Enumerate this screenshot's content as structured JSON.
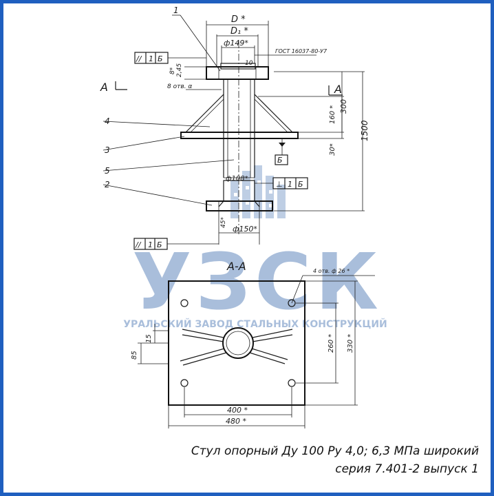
{
  "watermark": {
    "logo": "УЗСК",
    "subtitle": "УРАЛЬСКИЙ ЗАВОД СТАЛЬНЫХ КОНСТРУКЦИЙ"
  },
  "caption": {
    "line1": "Стул опорный Ду 100 Ру 4,0; 6,3 МПа широкий",
    "line2": "серия 7.401-2 выпуск 1"
  },
  "drawing": {
    "positions": [
      "1",
      "4",
      "3",
      "5",
      "2"
    ],
    "section_mark": "А",
    "section_title": "А-А",
    "tolerance_frame": [
      "//",
      "1",
      "Б"
    ],
    "tolerance_perp": [
      "⊥",
      "1",
      "Б"
    ],
    "datum": "Б",
    "dims": {
      "D": "D *",
      "D1": "D₁ *",
      "d149": "ф149*",
      "gost": "ГОСТ 16037-80-У7",
      "d10": "10",
      "d245": "2,45",
      "d8": "8*",
      "holes_top": "8 отв. α",
      "d300": "300",
      "d1500": "1500",
      "d160": "160 *",
      "d30": "30*",
      "d108": "ф108*",
      "d45": "45*",
      "d150": "ф150*",
      "holes_plate": "4 отв. ф 26 *",
      "d15": "15",
      "d85": "85",
      "d260": "260 *",
      "d330": "330 *",
      "d400": "400 *",
      "d480": "480 *"
    }
  }
}
